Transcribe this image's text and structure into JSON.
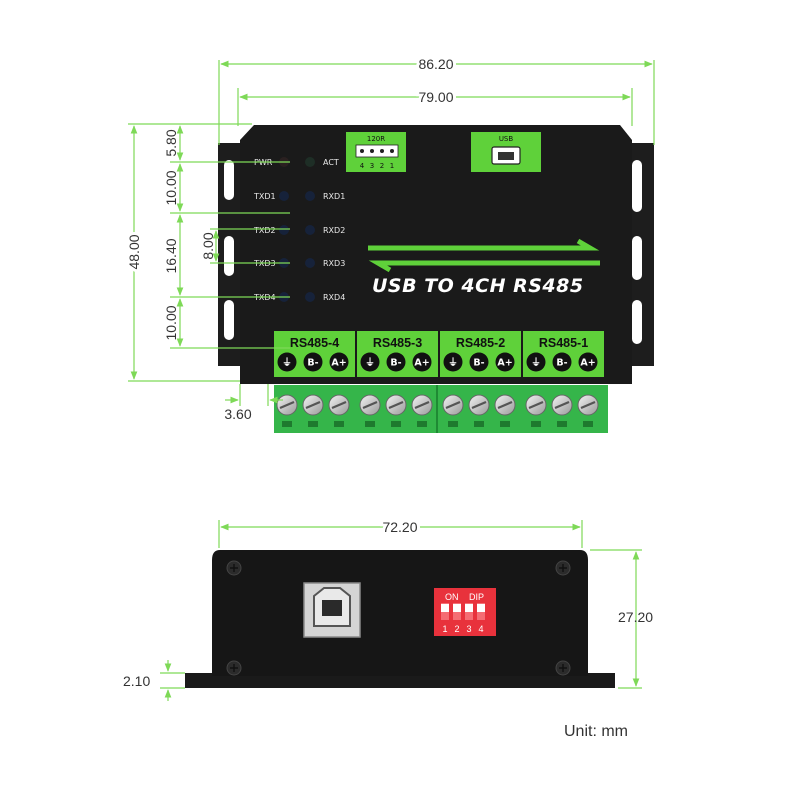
{
  "dimensions": {
    "overall_width": "86.20",
    "body_width": "79.00",
    "height_total": "48.00",
    "top_offset": "5.80",
    "led_spacing_1": "10.00",
    "led_span": "16.40",
    "led_pitch": "8.00",
    "led_spacing_2": "10.00",
    "terminal_offset": "3.60",
    "side_width": "72.20",
    "side_height": "27.20",
    "flange_thickness": "2.10"
  },
  "top_view": {
    "title": "USB TO 4CH RS485",
    "jumper_label": "120R",
    "jumper_numbers": [
      "4",
      "3",
      "2",
      "1"
    ],
    "usb_label": "USB",
    "leds_left": [
      "PWR",
      "TXD1",
      "TXD2",
      "TXD3",
      "TXD4"
    ],
    "leds_right": [
      "ACT",
      "RXD1",
      "RXD2",
      "RXD3",
      "RXD4"
    ],
    "terminal_blocks": [
      {
        "label": "RS485-4",
        "pins": [
          "⏚",
          "B-",
          "A+"
        ]
      },
      {
        "label": "RS485-3",
        "pins": [
          "⏚",
          "B-",
          "A+"
        ]
      },
      {
        "label": "RS485-2",
        "pins": [
          "⏚",
          "B-",
          "A+"
        ]
      },
      {
        "label": "RS485-1",
        "pins": [
          "⏚",
          "B-",
          "A+"
        ]
      }
    ]
  },
  "side_view": {
    "dip_label_on": "ON",
    "dip_label_dip": "DIP",
    "dip_numbers": [
      "1",
      "2",
      "3",
      "4"
    ]
  },
  "unit_label": "Unit: mm",
  "colors": {
    "dimension_line": "#7ed957",
    "device_body": "#1a1a1a",
    "accent_green": "#5fd13a",
    "terminal_green": "#35b54a",
    "dip_red": "#e8323c"
  }
}
